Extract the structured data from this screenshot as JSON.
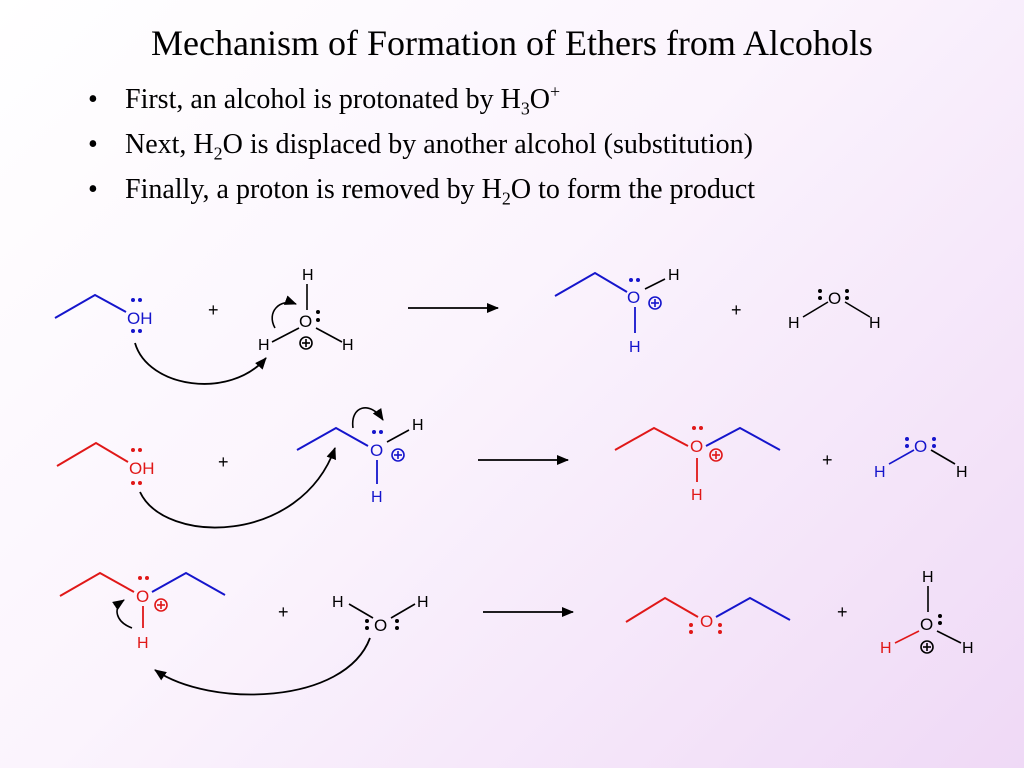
{
  "title": "Mechanism of Formation of Ethers from Alcohols",
  "bullets": [
    {
      "marker": "•",
      "parts": [
        "First, an alcohol is protonated by H",
        "3",
        "O",
        "+"
      ]
    },
    {
      "marker": "•",
      "parts": [
        "Next, H",
        "2",
        "O is displaced by another alcohol (substitution)"
      ]
    },
    {
      "marker": "•",
      "parts": [
        "Finally, a proton is removed by H",
        "2",
        "O to form the product"
      ]
    }
  ],
  "scheme": {
    "colors": {
      "blue": "#1515cc",
      "red": "#e01818",
      "black": "#000000"
    },
    "plus_sign": "+",
    "atoms": {
      "oh": "OH",
      "o": "O",
      "h": "H"
    },
    "charge_symbol": "⊕"
  }
}
